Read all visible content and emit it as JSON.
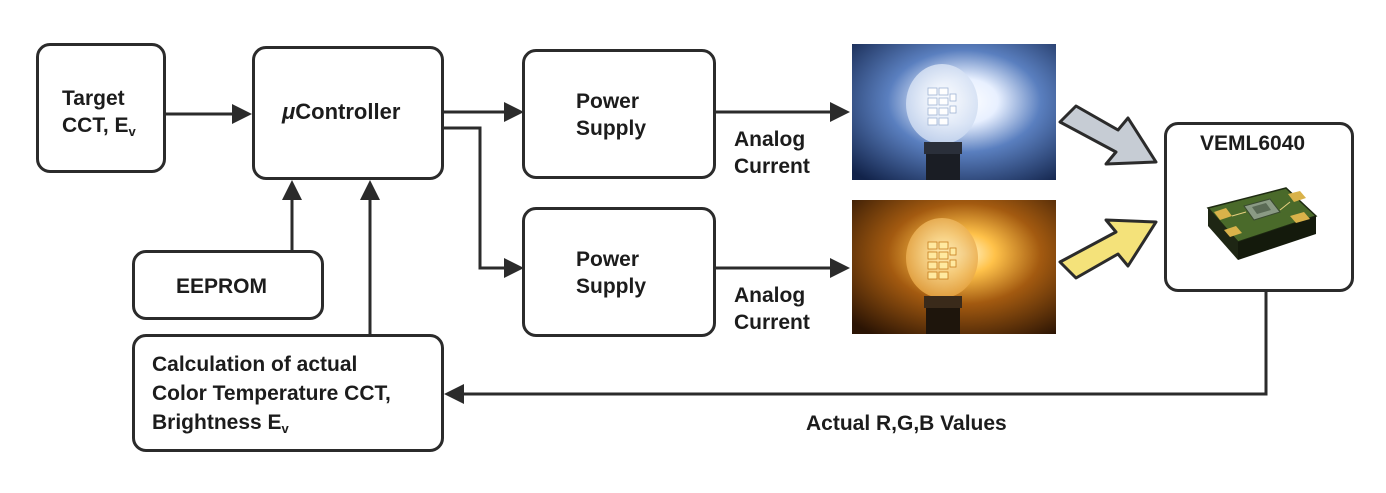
{
  "blocks": {
    "target": {
      "line1": "Target",
      "line2": "CCT, E",
      "line2_sub": "v"
    },
    "controller": {
      "mu": "μ",
      "label": "Controller"
    },
    "eeprom": {
      "label": "EEPROM"
    },
    "calc": {
      "line1": "Calculation of actual",
      "line2": "Color Temperature CCT,",
      "line3": "Brightness E",
      "line3_sub": "v"
    },
    "power_top": {
      "line1": "Power",
      "line2": "Supply"
    },
    "power_bottom": {
      "line1": "Power",
      "line2": "Supply"
    },
    "sensor": {
      "label": "VEML6040"
    }
  },
  "edges": {
    "analog_top": {
      "line1": "Analog",
      "line2": "Current"
    },
    "analog_bottom": {
      "line1": "Analog",
      "line2": "Current"
    },
    "feedback": {
      "label": "Actual R,G,B Values"
    }
  },
  "images": {
    "cool_bulb": "cool-white-led-bulb",
    "warm_bulb": "warm-white-led-bulb",
    "sensor_chip": "veml6040-sensor-chip"
  },
  "colors": {
    "line": "#2b2b2b",
    "cool_arrow": "#c6ccd4",
    "warm_arrow": "#f4e27a",
    "cool_bg": "#1f3e7a",
    "warm_bg": "#3a1f05"
  }
}
